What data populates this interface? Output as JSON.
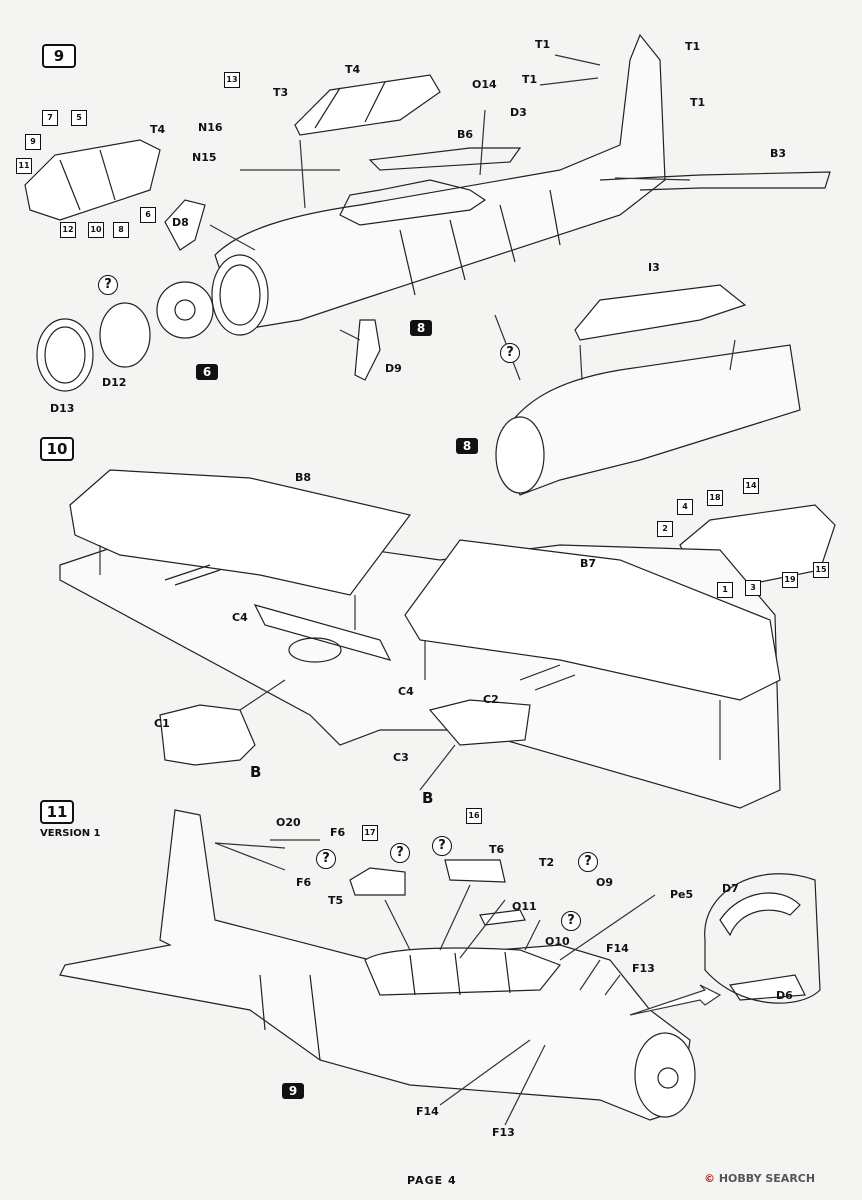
{
  "steps": {
    "s9": "9",
    "s10": "10",
    "s11": "11",
    "version": "VERSION 1"
  },
  "refs": {
    "r8a": "8",
    "r6": "6",
    "r8b": "8",
    "r9": "9"
  },
  "step9": {
    "labels": [
      "T1",
      "T1",
      "T1",
      "T1",
      "T4",
      "T3",
      "O14",
      "D3",
      "N16",
      "N15",
      "T4",
      "B6",
      "B3",
      "D8",
      "I3",
      "D9",
      "D12",
      "D13"
    ],
    "boxes": [
      "13",
      "7",
      "5",
      "9",
      "11",
      "12",
      "10",
      "8",
      "6",
      "4",
      "18",
      "14",
      "2",
      "1",
      "3",
      "19",
      "15"
    ]
  },
  "step10": {
    "labels": [
      "B8",
      "B7",
      "C4",
      "C4",
      "C2",
      "C1",
      "C3",
      "B",
      "B"
    ]
  },
  "step11": {
    "labels": [
      "O20",
      "F6",
      "F6",
      "T5",
      "T6",
      "T2",
      "O9",
      "O11",
      "O10",
      "Pe5",
      "D7",
      "D6",
      "F14",
      "F13",
      "F14",
      "F13"
    ],
    "boxes": [
      "17",
      "16"
    ]
  },
  "question_mark": "?",
  "footer": {
    "page_label": "PAGE",
    "page_number": "4",
    "watermark": "HOBBY SEARCH",
    "watermark_prefix": "©"
  }
}
